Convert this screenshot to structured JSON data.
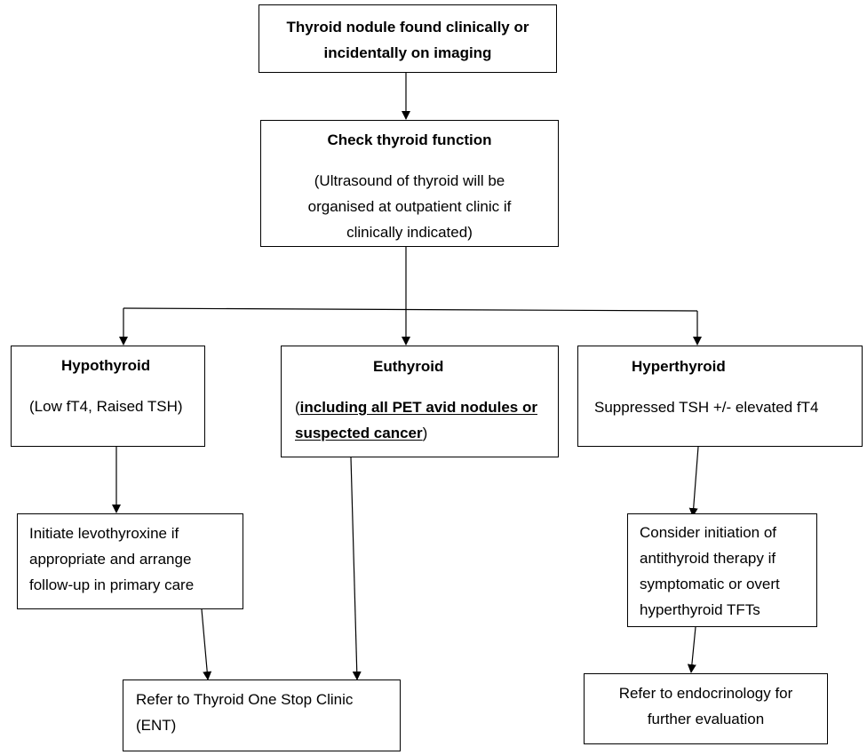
{
  "nodes": {
    "start": {
      "line1": "Thyroid nodule found clinically or",
      "line2": "incidentally on imaging"
    },
    "check": {
      "title": "Check thyroid function",
      "line1": "(Ultrasound of thyroid will be",
      "line2": "organised at outpatient clinic if",
      "line3": "clinically indicated)"
    },
    "hypo": {
      "title": "Hypothyroid",
      "detail": "(Low fT4, Raised TSH)"
    },
    "eu": {
      "title": "Euthyroid",
      "open": "(",
      "bold1": "including all PET avid nodules or",
      "bold2": "suspected cancer",
      "close": ")"
    },
    "hyper": {
      "title": "Hyperthyroid",
      "detail": "Suppressed TSH +/- elevated fT4"
    },
    "levo": {
      "line1": "Initiate levothyroxine if",
      "line2": "appropriate and arrange",
      "line3": "follow-up in primary care"
    },
    "antithyroid": {
      "line1": "Consider initiation of",
      "line2": "antithyroid therapy if",
      "line3": "symptomatic or overt",
      "line4": "hyperthyroid TFTs"
    },
    "ent": {
      "line1": "Refer to Thyroid One Stop Clinic",
      "line2": "(ENT)"
    },
    "endo": {
      "line1": "Refer to endocrinology for",
      "line2": "further evaluation"
    }
  }
}
